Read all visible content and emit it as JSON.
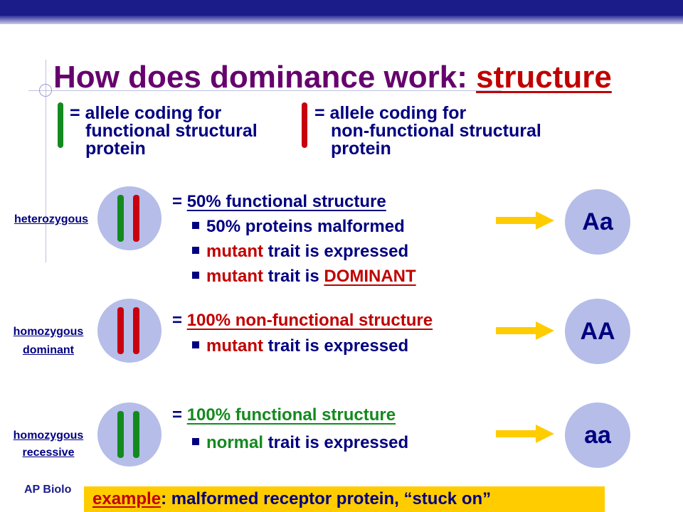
{
  "title": {
    "main": "How does dominance work: ",
    "highlight": "structure"
  },
  "legend": {
    "green": [
      "= allele coding for",
      "functional structural",
      "protein"
    ],
    "red": [
      "= allele coding for",
      "non-functional structural",
      "protein"
    ]
  },
  "rows": {
    "heterozygous": {
      "label": "heterozygous",
      "statement_eq": "= ",
      "statement": "50% functional structure",
      "b1": "50% proteins malformed",
      "b2_red": "mutant",
      "b2_rest": " trait is expressed",
      "b3_red": "mutant",
      "b3_mid": " trait is ",
      "b3_ul": "DOMINANT",
      "genotype": "Aa"
    },
    "hom_dominant": {
      "label1": "homozygous",
      "label2": "dominant",
      "statement_eq": "= ",
      "statement": "100% non-functional structure",
      "b1_red": "mutant",
      "b1_rest": " trait is expressed",
      "genotype": "AA"
    },
    "hom_recessive": {
      "label1": "homozygous",
      "label2": "recessive",
      "statement_eq": "= ",
      "statement": "100% functional structure",
      "b1_green": "normal",
      "b1_rest": " trait is expressed",
      "genotype": "aa"
    }
  },
  "footer": {
    "ap": "AP Biolo",
    "example_key": "example",
    "example_rest": ": malformed receptor protein, “stuck on”"
  },
  "colors": {
    "title": "#66006e",
    "text": "#000080",
    "red": "#c00000",
    "green": "#138a1e",
    "bar": "#1b1b8a",
    "circle": "#b5bde8",
    "arrow": "#ffcc00",
    "example_bg": "#ffcc00"
  }
}
